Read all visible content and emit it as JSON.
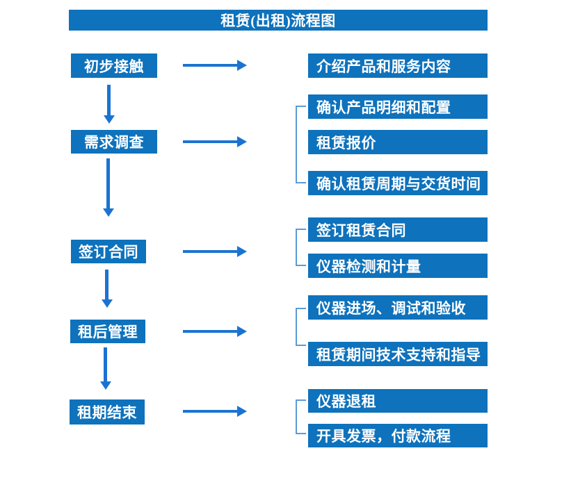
{
  "title": "租赁(出租)流程图",
  "colors": {
    "box_blue": "#0E72BC",
    "arrow_blue": "#1B73D1",
    "bracket_blue": "#5B9BD5",
    "text_white": "#FFFFFF",
    "background": "#FFFFFF"
  },
  "steps": [
    {
      "label": "初步接触",
      "details": [
        "介绍产品和服务内容"
      ]
    },
    {
      "label": "需求调查",
      "details": [
        "确认产品明细和配置",
        "租赁报价",
        "确认租赁周期与交货时间"
      ]
    },
    {
      "label": "签订合同",
      "details": [
        "签订租赁合同",
        "仪器检测和计量"
      ]
    },
    {
      "label": "租后管理",
      "details": [
        "仪器进场、调试和验收",
        "租赁期间技术支持和指导"
      ]
    },
    {
      "label": "租期结束",
      "details": [
        "仪器退租",
        "开具发票，付款流程"
      ]
    }
  ]
}
